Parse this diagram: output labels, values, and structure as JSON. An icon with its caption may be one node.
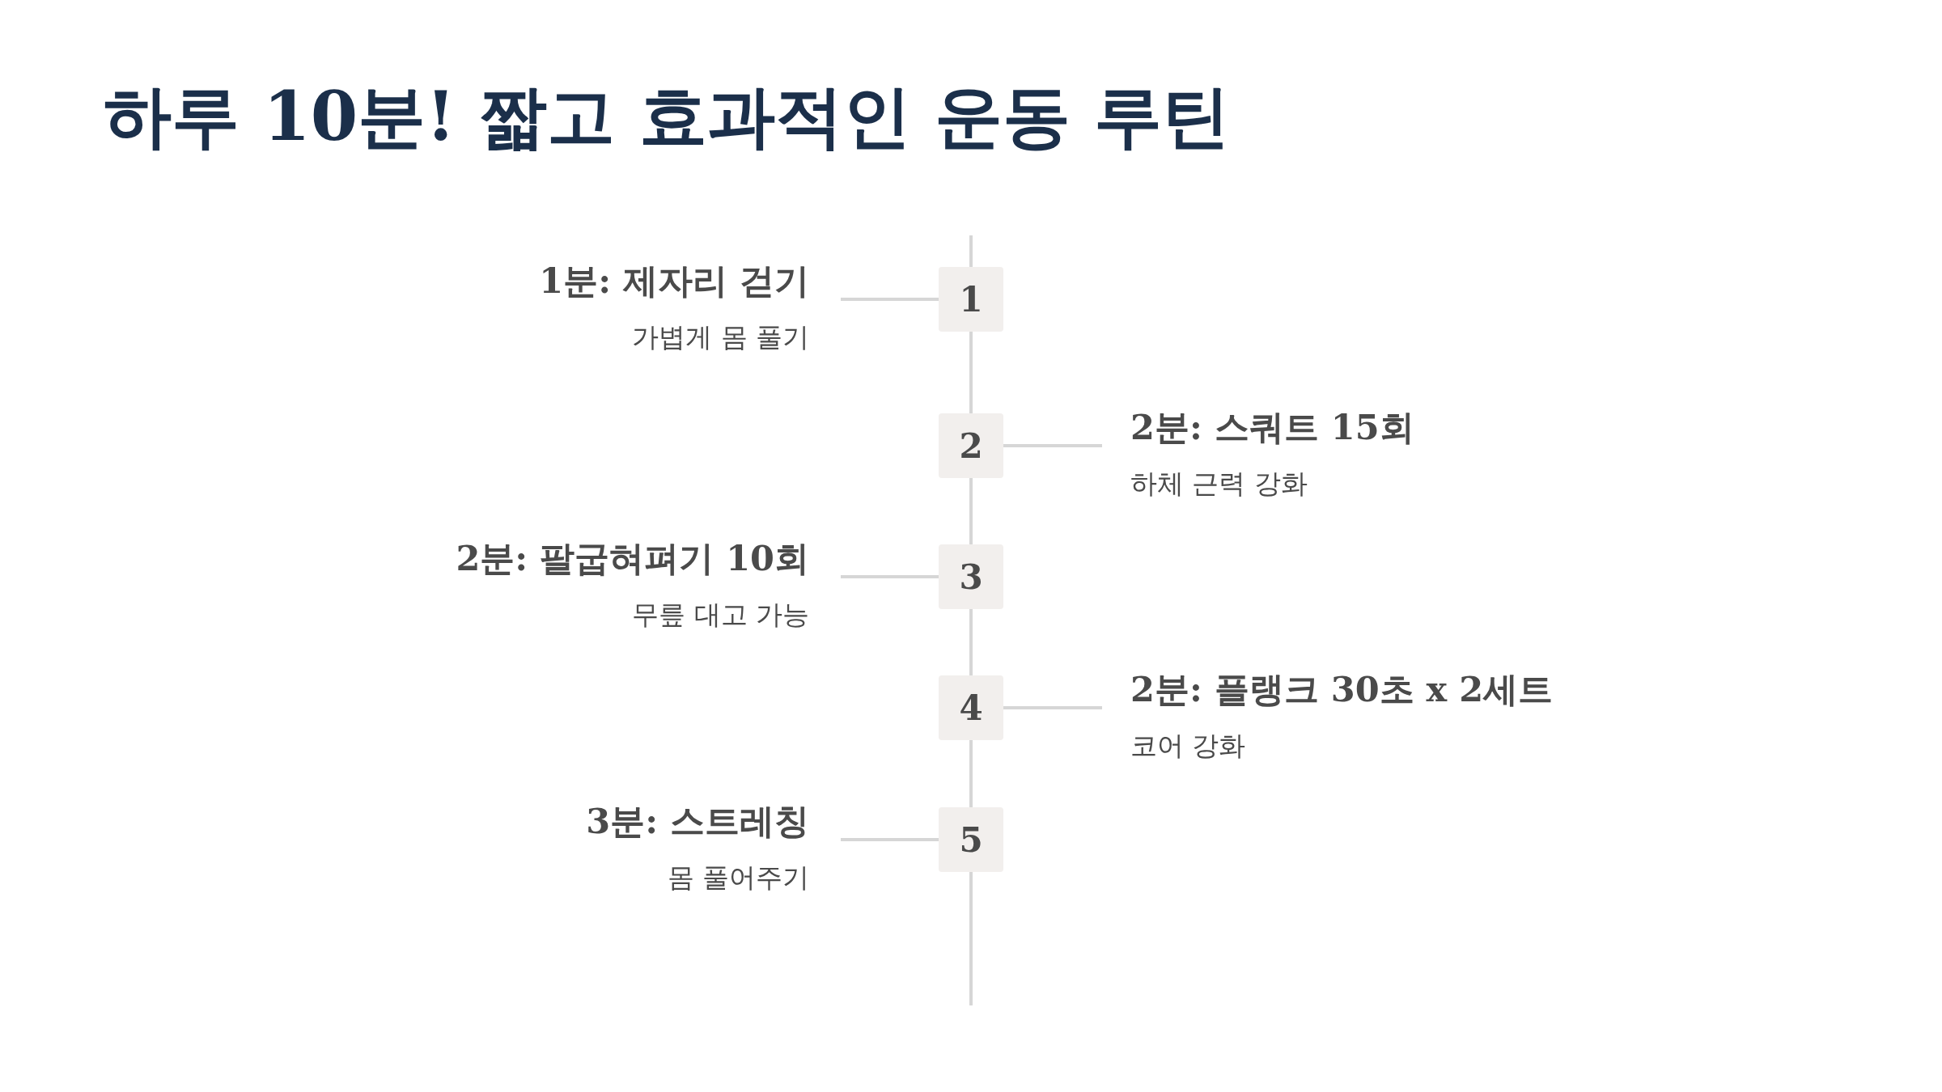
{
  "diagram": {
    "title": "하루 10분! 짧고 효과적인 운동 루틴",
    "nodes": [
      {
        "text": [
          "1분: 제자리 걷기",
          "가볍게 몸 풀기"
        ]
      },
      {
        "text": [
          "1"
        ]
      },
      {
        "text": [
          "2"
        ]
      },
      {
        "text": [
          "2분: 스쿼트 15회",
          "하체 근력 강화"
        ]
      },
      {
        "text": [
          "2분: 팔굽혀펴기 10회",
          "무릎 대고 가능"
        ]
      },
      {
        "text": [
          "3"
        ]
      },
      {
        "text": [
          "4"
        ]
      },
      {
        "text": [
          "2분: 플랭크 30초 x 2세트",
          "코어 강화"
        ]
      },
      {
        "text": [
          "3분: 스트레칭",
          "몸 풀어주기"
        ]
      },
      {
        "text": [
          "5"
        ]
      }
    ],
    "edges": [
      {
        "from": 0,
        "to": 1,
        "arrow": "none"
      },
      {
        "from": 1,
        "to": 2,
        "arrow": "none"
      },
      {
        "from": 2,
        "to": 3,
        "arrow": "none"
      },
      {
        "from": 2,
        "to": 5,
        "arrow": "none"
      },
      {
        "from": 4,
        "to": 5,
        "arrow": "none"
      },
      {
        "from": 5,
        "to": 6,
        "arrow": "none"
      },
      {
        "from": 6,
        "to": 7,
        "arrow": "none"
      },
      {
        "from": 6,
        "to": 9,
        "arrow": "none"
      },
      {
        "from": 8,
        "to": 9,
        "arrow": "none"
      }
    ]
  }
}
